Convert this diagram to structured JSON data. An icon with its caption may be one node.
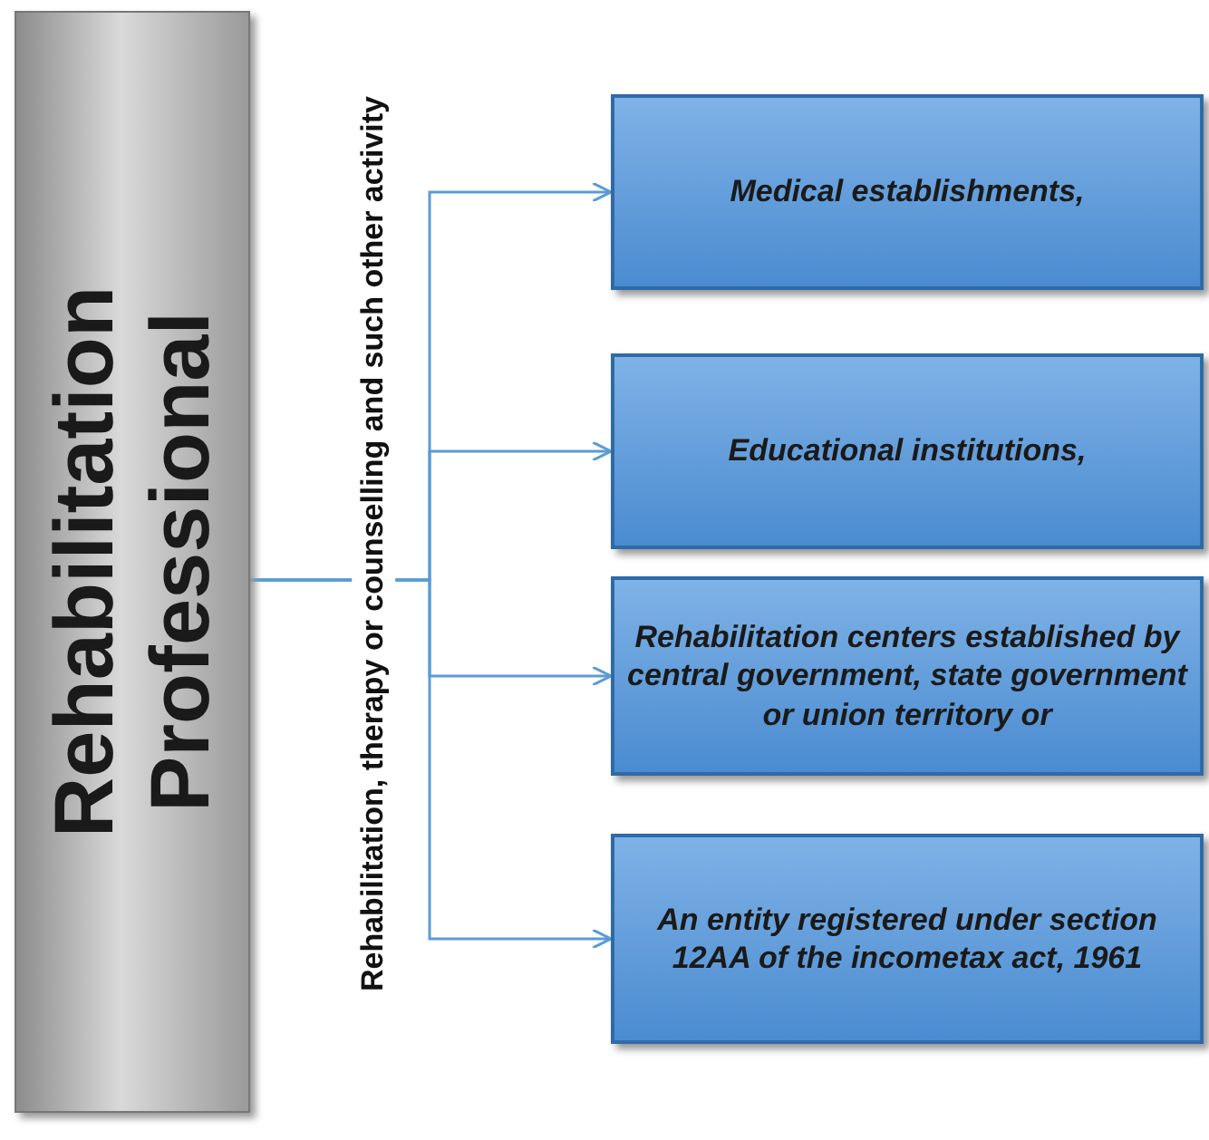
{
  "diagram": {
    "nodes": [
      {
        "text": [
          "Rehabilitation Professional"
        ]
      },
      {
        "text": [
          "Medical establishments,"
        ]
      },
      {
        "text": [
          "Educational institutions,"
        ]
      },
      {
        "text": [
          "Rehabilitation centers established by central government, state government or union territory or"
        ]
      },
      {
        "text": [
          "An entity registered under section 12AA of the incometax act, 1961"
        ]
      }
    ],
    "edges": [
      {
        "from": 0,
        "to": 1,
        "arrow": "to"
      },
      {
        "from": 0,
        "to": 2,
        "arrow": "to"
      },
      {
        "from": 0,
        "to": 3,
        "arrow": "to"
      },
      {
        "from": 0,
        "to": 4,
        "arrow": "to"
      }
    ],
    "labels": [
      "Rehabilitation, therapy or counselling and such other activity"
    ]
  }
}
